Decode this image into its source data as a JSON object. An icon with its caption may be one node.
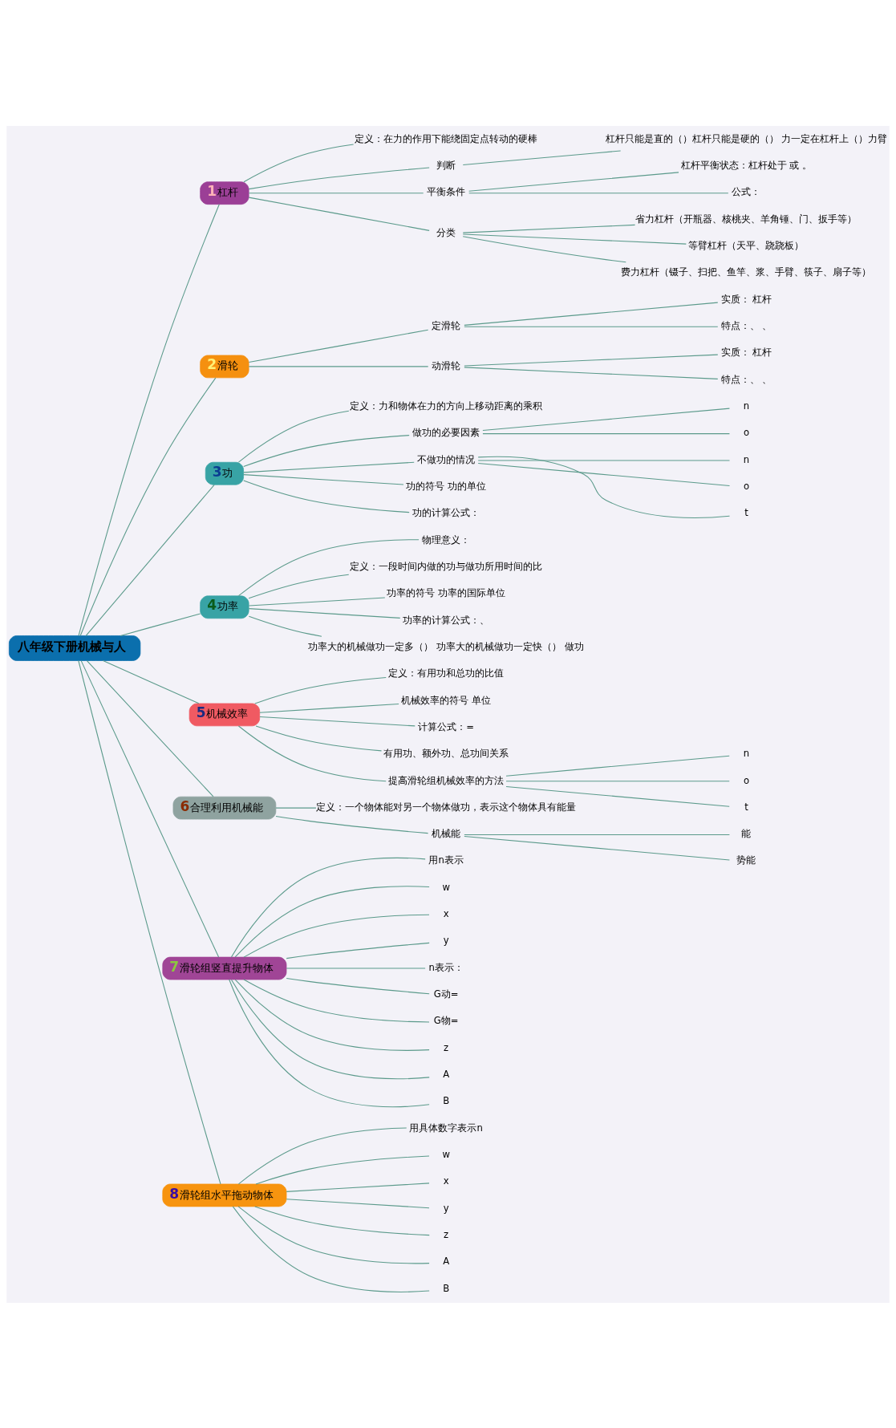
{
  "diagram": {
    "nodes": [
      {
        "text": [
          "八年级下册机械与人"
        ]
      },
      {
        "text": [
          "1",
          "杠杆"
        ]
      },
      {
        "text": [
          "定义：在力的作用下能绕固定点转动的硬棒"
        ]
      },
      {
        "text": [
          "判断"
        ]
      },
      {
        "text": [
          "杠杆只能是直的（）杠杆只能是硬的（） 力一定在杠杆上（）力臂"
        ]
      },
      {
        "text": [
          "平衡条件"
        ]
      },
      {
        "text": [
          "杠杆平衡状态：杠杆处于 或 。"
        ]
      },
      {
        "text": [
          "公式："
        ]
      },
      {
        "text": [
          "分类"
        ]
      },
      {
        "text": [
          "省力杠杆（开瓶器、核桃夹、羊角锤、门、扳手等）"
        ]
      },
      {
        "text": [
          "等臂杠杆（天平、跷跷板）"
        ]
      },
      {
        "text": [
          "费力杠杆（镊子、扫把、鱼竿、浆、手臂、筷子、扇子等）"
        ]
      },
      {
        "text": [
          "2",
          "滑轮"
        ]
      },
      {
        "text": [
          "定滑轮"
        ]
      },
      {
        "text": [
          "实质： 杠杆"
        ]
      },
      {
        "text": [
          "特点：、 、"
        ]
      },
      {
        "text": [
          "动滑轮"
        ]
      },
      {
        "text": [
          "实质： 杠杆"
        ]
      },
      {
        "text": [
          "特点：、 、"
        ]
      },
      {
        "text": [
          "3",
          "功"
        ]
      },
      {
        "text": [
          "定义：力和物体在力的方向上移动距离的乘积"
        ]
      },
      {
        "text": [
          "做功的必要因素"
        ]
      },
      {
        "text": [
          "n"
        ]
      },
      {
        "text": [
          "o"
        ]
      },
      {
        "text": [
          "不做功的情况"
        ]
      },
      {
        "text": [
          "n"
        ]
      },
      {
        "text": [
          "o"
        ]
      },
      {
        "text": [
          "t"
        ]
      },
      {
        "text": [
          "功的符号 功的单位"
        ]
      },
      {
        "text": [
          "功的计算公式："
        ]
      },
      {
        "text": [
          "4",
          "功率"
        ]
      },
      {
        "text": [
          "物理意义："
        ]
      },
      {
        "text": [
          "定义：一段时间内做的功与做功所用时间的比"
        ]
      },
      {
        "text": [
          "功率的符号 功率的国际单位"
        ]
      },
      {
        "text": [
          "功率的计算公式：、"
        ]
      },
      {
        "text": [
          "功率大的机械做功一定多（） 功率大的机械做功一定快（） 做功"
        ]
      },
      {
        "text": [
          "5",
          "机械效率"
        ]
      },
      {
        "text": [
          "定义：有用功和总功的比值"
        ]
      },
      {
        "text": [
          "机械效率的符号 单位"
        ]
      },
      {
        "text": [
          "计算公式：="
        ]
      },
      {
        "text": [
          "有用功、额外功、总功间关系"
        ]
      },
      {
        "text": [
          "提高滑轮组机械效率的方法"
        ]
      },
      {
        "text": [
          "n"
        ]
      },
      {
        "text": [
          "o"
        ]
      },
      {
        "text": [
          "t"
        ]
      },
      {
        "text": [
          "6",
          "合理利用机械能"
        ]
      },
      {
        "text": [
          "定义：一个物体能对另一个物体做功，表示这个物体具有能量"
        ]
      },
      {
        "text": [
          "机械能"
        ]
      },
      {
        "text": [
          "能"
        ]
      },
      {
        "text": [
          "势能"
        ]
      },
      {
        "text": [
          "7",
          "滑轮组竖直提升物体"
        ]
      },
      {
        "text": [
          "用n表示"
        ]
      },
      {
        "text": [
          "w"
        ]
      },
      {
        "text": [
          "x"
        ]
      },
      {
        "text": [
          "y"
        ]
      },
      {
        "text": [
          "n表示："
        ]
      },
      {
        "text": [
          "G动="
        ]
      },
      {
        "text": [
          "G物="
        ]
      },
      {
        "text": [
          "z"
        ]
      },
      {
        "text": [
          "A"
        ]
      },
      {
        "text": [
          "B"
        ]
      },
      {
        "text": [
          "8",
          "滑轮组水平拖动物体"
        ]
      },
      {
        "text": [
          "用具体数字表示n"
        ]
      },
      {
        "text": [
          "w"
        ]
      },
      {
        "text": [
          "x"
        ]
      },
      {
        "text": [
          "y"
        ]
      },
      {
        "text": [
          "z"
        ]
      },
      {
        "text": [
          "A"
        ]
      },
      {
        "text": [
          "B"
        ]
      }
    ],
    "edges": [
      {
        "from": 0,
        "to": 1,
        "arrow": "none"
      },
      {
        "from": 1,
        "to": 2,
        "arrow": "none"
      },
      {
        "from": 1,
        "to": 3,
        "arrow": "none"
      },
      {
        "from": 3,
        "to": 4,
        "arrow": "none"
      },
      {
        "from": 1,
        "to": 5,
        "arrow": "none"
      },
      {
        "from": 5,
        "to": 6,
        "arrow": "none"
      },
      {
        "from": 5,
        "to": 7,
        "arrow": "none"
      },
      {
        "from": 1,
        "to": 8,
        "arrow": "none"
      },
      {
        "from": 8,
        "to": 9,
        "arrow": "none"
      },
      {
        "from": 8,
        "to": 10,
        "arrow": "none"
      },
      {
        "from": 8,
        "to": 11,
        "arrow": "none"
      },
      {
        "from": 0,
        "to": 12,
        "arrow": "none"
      },
      {
        "from": 12,
        "to": 13,
        "arrow": "none"
      },
      {
        "from": 13,
        "to": 14,
        "arrow": "none"
      },
      {
        "from": 13,
        "to": 15,
        "arrow": "none"
      },
      {
        "from": 12,
        "to": 16,
        "arrow": "none"
      },
      {
        "from": 16,
        "to": 17,
        "arrow": "none"
      },
      {
        "from": 16,
        "to": 18,
        "arrow": "none"
      },
      {
        "from": 0,
        "to": 19,
        "arrow": "none"
      },
      {
        "from": 19,
        "to": 20,
        "arrow": "none"
      },
      {
        "from": 19,
        "to": 21,
        "arrow": "none"
      },
      {
        "from": 21,
        "to": 22,
        "arrow": "none"
      },
      {
        "from": 21,
        "to": 23,
        "arrow": "none"
      },
      {
        "from": 19,
        "to": 24,
        "arrow": "none"
      },
      {
        "from": 24,
        "to": 25,
        "arrow": "none"
      },
      {
        "from": 24,
        "to": 26,
        "arrow": "none"
      },
      {
        "from": 24,
        "to": 27,
        "arrow": "none"
      },
      {
        "from": 19,
        "to": 28,
        "arrow": "none"
      },
      {
        "from": 19,
        "to": 29,
        "arrow": "none"
      },
      {
        "from": 0,
        "to": 30,
        "arrow": "none"
      },
      {
        "from": 30,
        "to": 31,
        "arrow": "none"
      },
      {
        "from": 30,
        "to": 32,
        "arrow": "none"
      },
      {
        "from": 30,
        "to": 33,
        "arrow": "none"
      },
      {
        "from": 30,
        "to": 34,
        "arrow": "none"
      },
      {
        "from": 30,
        "to": 35,
        "arrow": "none"
      },
      {
        "from": 0,
        "to": 36,
        "arrow": "none"
      },
      {
        "from": 36,
        "to": 37,
        "arrow": "none"
      },
      {
        "from": 36,
        "to": 38,
        "arrow": "none"
      },
      {
        "from": 36,
        "to": 39,
        "arrow": "none"
      },
      {
        "from": 36,
        "to": 40,
        "arrow": "none"
      },
      {
        "from": 36,
        "to": 41,
        "arrow": "none"
      },
      {
        "from": 41,
        "to": 42,
        "arrow": "none"
      },
      {
        "from": 41,
        "to": 43,
        "arrow": "none"
      },
      {
        "from": 41,
        "to": 44,
        "arrow": "none"
      },
      {
        "from": 0,
        "to": 45,
        "arrow": "none"
      },
      {
        "from": 45,
        "to": 46,
        "arrow": "none"
      },
      {
        "from": 45,
        "to": 47,
        "arrow": "none"
      },
      {
        "from": 47,
        "to": 48,
        "arrow": "none"
      },
      {
        "from": 47,
        "to": 49,
        "arrow": "none"
      },
      {
        "from": 0,
        "to": 50,
        "arrow": "none"
      },
      {
        "from": 50,
        "to": 51,
        "arrow": "none"
      },
      {
        "from": 50,
        "to": 52,
        "arrow": "none"
      },
      {
        "from": 50,
        "to": 53,
        "arrow": "none"
      },
      {
        "from": 50,
        "to": 54,
        "arrow": "none"
      },
      {
        "from": 50,
        "to": 55,
        "arrow": "none"
      },
      {
        "from": 50,
        "to": 56,
        "arrow": "none"
      },
      {
        "from": 50,
        "to": 57,
        "arrow": "none"
      },
      {
        "from": 50,
        "to": 58,
        "arrow": "none"
      },
      {
        "from": 50,
        "to": 59,
        "arrow": "none"
      },
      {
        "from": 50,
        "to": 60,
        "arrow": "none"
      },
      {
        "from": 0,
        "to": 61,
        "arrow": "none"
      },
      {
        "from": 61,
        "to": 62,
        "arrow": "none"
      },
      {
        "from": 61,
        "to": 63,
        "arrow": "none"
      },
      {
        "from": 61,
        "to": 64,
        "arrow": "none"
      },
      {
        "from": 61,
        "to": 65,
        "arrow": "none"
      },
      {
        "from": 61,
        "to": 66,
        "arrow": "none"
      },
      {
        "from": 61,
        "to": 67,
        "arrow": "none"
      },
      {
        "from": 61,
        "to": 68,
        "arrow": "none"
      }
    ]
  }
}
